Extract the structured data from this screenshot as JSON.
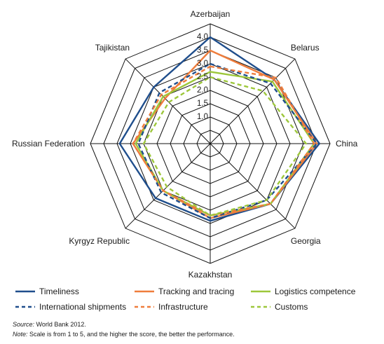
{
  "chart_data": {
    "type": "radar",
    "title": "",
    "axes": [
      "Azerbaijan",
      "Belarus",
      "China",
      "Georgia",
      "Kazakhstan",
      "Kyrgyz Republic",
      "Russian Federation",
      "Tajikistan"
    ],
    "rlim": [
      0,
      4.5
    ],
    "ticks": [
      "1.0",
      "1.5",
      "2.0",
      "2.5",
      "3.0",
      "3.5",
      "4.0"
    ],
    "grid": true,
    "legend_position": "bottom",
    "series": [
      {
        "name": "Timeliness",
        "color": "#1f4e8c",
        "dash": "solid",
        "values": [
          4.0,
          3.4,
          4.1,
          3.2,
          2.9,
          2.9,
          3.4,
          3.0
        ]
      },
      {
        "name": "Tracking and tracing",
        "color": "#ef7d3c",
        "dash": "solid",
        "values": [
          3.5,
          3.4,
          4.0,
          3.2,
          2.8,
          2.5,
          2.9,
          2.4
        ]
      },
      {
        "name": "Logistics competence",
        "color": "#9dc73b",
        "dash": "solid",
        "values": [
          2.7,
          3.3,
          3.9,
          3.2,
          2.7,
          2.5,
          2.8,
          2.5
        ]
      },
      {
        "name": "International shipments",
        "color": "#1f4e8c",
        "dash": "dashed",
        "values": [
          3.0,
          3.2,
          4.0,
          3.0,
          2.8,
          2.6,
          2.7,
          2.7
        ]
      },
      {
        "name": "Infrastructure",
        "color": "#ef7d3c",
        "dash": "dashed",
        "values": [
          2.9,
          3.5,
          3.9,
          3.2,
          2.7,
          2.5,
          2.9,
          2.6
        ]
      },
      {
        "name": "Customs",
        "color": "#9dc73b",
        "dash": "dashed",
        "values": [
          2.5,
          2.8,
          3.6,
          3.0,
          2.7,
          2.3,
          2.5,
          2.2
        ]
      }
    ]
  },
  "notes": {
    "source_label": "Source:",
    "source_text": " World Bank 2012.",
    "note_label": "Note:",
    "note_text": " Scale is from 1 to 5, and the higher the score, the better the performance."
  }
}
